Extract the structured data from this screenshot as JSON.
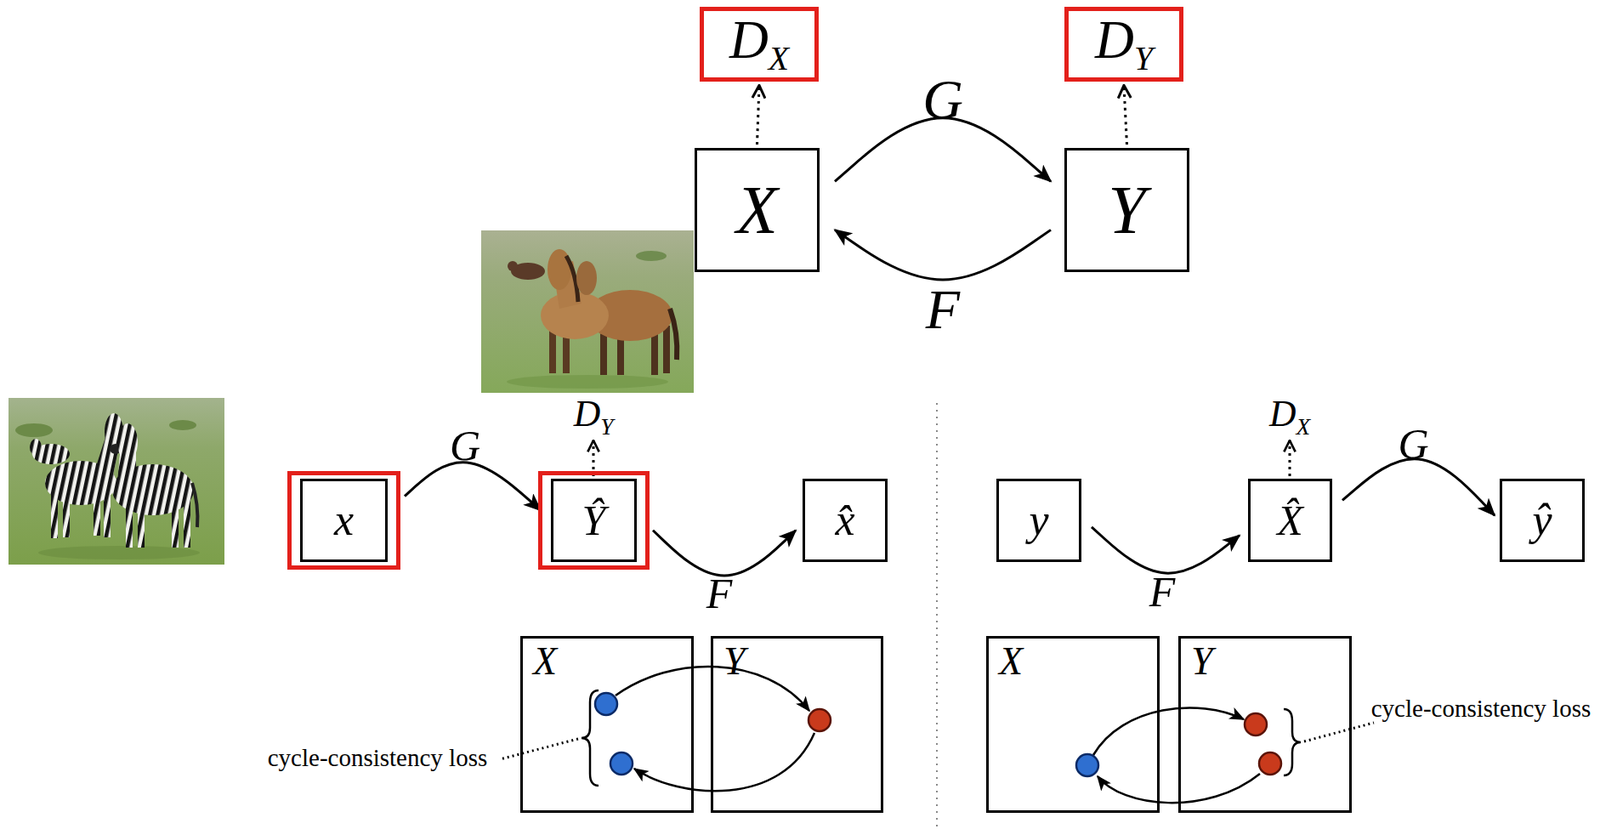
{
  "diagram": {
    "nodes": [
      {
        "text": [
          "DX"
        ]
      },
      {
        "text": [
          "DY"
        ]
      },
      {
        "text": [
          "X"
        ]
      },
      {
        "text": [
          "Y"
        ]
      },
      {
        "text": [
          "x"
        ]
      },
      {
        "text": [
          "Ŷ"
        ]
      },
      {
        "text": [
          "x̂"
        ]
      },
      {
        "text": [
          "y"
        ]
      },
      {
        "text": [
          "X̂"
        ]
      },
      {
        "text": [
          "ŷ"
        ]
      },
      {
        "text": [
          "X"
        ]
      },
      {
        "text": [
          "Y"
        ]
      },
      {
        "text": [
          "X"
        ]
      },
      {
        "text": [
          "Y"
        ]
      }
    ],
    "edges": [
      {
        "from": 2,
        "to": 0,
        "arrow": "to"
      },
      {
        "from": 3,
        "to": 1,
        "arrow": "to"
      },
      {
        "from": 2,
        "to": 3,
        "label": "G",
        "arrow": "to"
      },
      {
        "from": 3,
        "to": 2,
        "label": "F",
        "arrow": "to"
      },
      {
        "from": 4,
        "to": 5,
        "label": "G",
        "arrow": "to"
      },
      {
        "from": 5,
        "to": 6,
        "label": "F",
        "arrow": "to"
      },
      {
        "from": 7,
        "to": 8,
        "label": "F",
        "arrow": "to"
      },
      {
        "from": 8,
        "to": 9,
        "label": "G",
        "arrow": "to"
      }
    ],
    "labels": [
      "DY",
      "DX",
      "cycle-consistency loss",
      "cycle-consistency loss"
    ]
  }
}
